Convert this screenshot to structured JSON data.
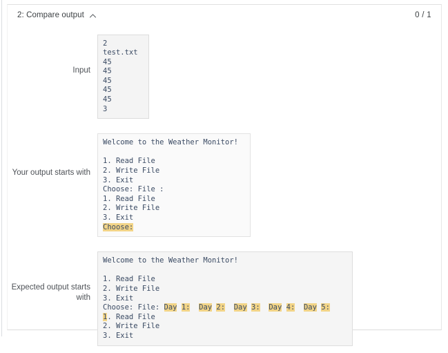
{
  "rail": {
    "name": "left-gutter-line"
  },
  "header": {
    "title": "2: Compare output",
    "collapse_icon": "chevron-up-icon",
    "score": "0 / 1"
  },
  "rows": {
    "input": {
      "label": "Input",
      "lines": [
        "2",
        "test.txt",
        "45",
        "45",
        "45",
        "45",
        "45",
        "3"
      ]
    },
    "your_output": {
      "label": "Your output starts with",
      "lines": [
        {
          "segments": [
            {
              "t": "Welcome to the Weather Monitor!",
              "hl": false
            }
          ]
        },
        {
          "segments": [
            {
              "t": "",
              "hl": false
            }
          ]
        },
        {
          "segments": [
            {
              "t": "1. Read File",
              "hl": false
            }
          ]
        },
        {
          "segments": [
            {
              "t": "2. Write File",
              "hl": false
            }
          ]
        },
        {
          "segments": [
            {
              "t": "3. Exit",
              "hl": false
            }
          ]
        },
        {
          "segments": [
            {
              "t": "Choose: File :",
              "hl": false
            }
          ]
        },
        {
          "segments": [
            {
              "t": "1. Read File",
              "hl": false
            }
          ]
        },
        {
          "segments": [
            {
              "t": "2. Write File",
              "hl": false
            }
          ]
        },
        {
          "segments": [
            {
              "t": "3. Exit",
              "hl": false
            }
          ]
        },
        {
          "segments": [
            {
              "t": "Choose:",
              "hl": true
            }
          ]
        }
      ]
    },
    "expected_output": {
      "label": "Expected output starts with",
      "lines": [
        {
          "segments": [
            {
              "t": "Welcome to the Weather Monitor!",
              "hl": false
            }
          ]
        },
        {
          "segments": [
            {
              "t": "",
              "hl": false
            }
          ]
        },
        {
          "segments": [
            {
              "t": "1. Read File",
              "hl": false
            }
          ]
        },
        {
          "segments": [
            {
              "t": "2. Write File",
              "hl": false
            }
          ]
        },
        {
          "segments": [
            {
              "t": "3. Exit",
              "hl": false
            }
          ]
        },
        {
          "segments": [
            {
              "t": "Choose: File: ",
              "hl": false
            },
            {
              "t": "Day",
              "hl": true
            },
            {
              "t": " ",
              "hl": false
            },
            {
              "t": "1:",
              "hl": true
            },
            {
              "t": "  ",
              "hl": false
            },
            {
              "t": "Day",
              "hl": true
            },
            {
              "t": " ",
              "hl": false
            },
            {
              "t": "2:",
              "hl": true
            },
            {
              "t": "  ",
              "hl": false
            },
            {
              "t": "Day",
              "hl": true
            },
            {
              "t": " ",
              "hl": false
            },
            {
              "t": "3:",
              "hl": true
            },
            {
              "t": "  ",
              "hl": false
            },
            {
              "t": "Day",
              "hl": true
            },
            {
              "t": " ",
              "hl": false
            },
            {
              "t": "4:",
              "hl": true
            },
            {
              "t": "  ",
              "hl": false
            },
            {
              "t": "Day",
              "hl": true
            },
            {
              "t": " ",
              "hl": false
            },
            {
              "t": "5:",
              "hl": true
            }
          ]
        },
        {
          "segments": [
            {
              "t": "1",
              "hl": true
            },
            {
              "t": ". Read File",
              "hl": false
            }
          ]
        },
        {
          "segments": [
            {
              "t": "2. Write File",
              "hl": false
            }
          ]
        },
        {
          "segments": [
            {
              "t": "3. Exit",
              "hl": false
            }
          ]
        }
      ]
    }
  },
  "colors": {
    "highlight": "#f2d487",
    "text": "#3c4043",
    "mono_text": "#3a4a63",
    "box_border": "#dddddd"
  }
}
